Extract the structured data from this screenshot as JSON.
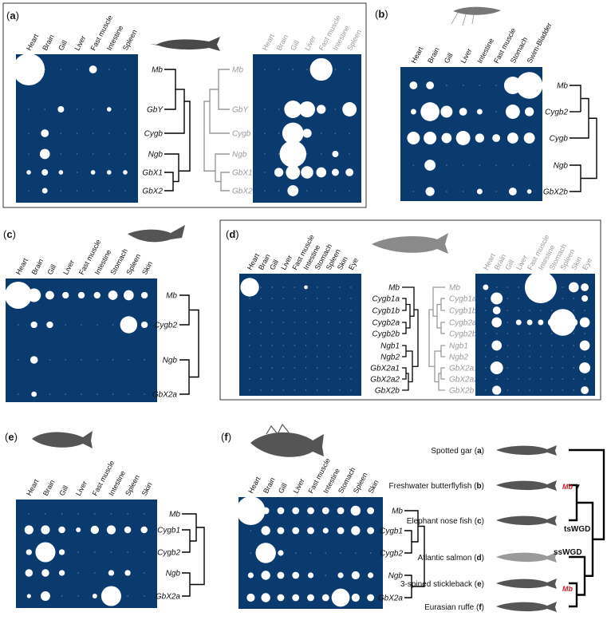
{
  "colors": {
    "matrix_bg": "#0b3a6e",
    "dot": "#ffffff",
    "tree_black": "#000000",
    "tree_gray": "#9a9a9a",
    "highlight_red": "#c0222c"
  },
  "panels": {
    "a": {
      "label_parts": [
        "(",
        "a",
        ")"
      ],
      "tissues": [
        "Heart",
        "Brain",
        "Gill",
        "Liver",
        "Fast muscle",
        "Intestine",
        "Spleen"
      ],
      "genes": [
        "Mb",
        "GbY",
        "Cygb",
        "Ngb",
        "GbX1",
        "GbX2"
      ],
      "left_matrix": [
        [
          1.0,
          0,
          0,
          0,
          0.06,
          0,
          0
        ],
        [
          0,
          0,
          0.04,
          0,
          0,
          0.02,
          0
        ],
        [
          0,
          0.06,
          0,
          0,
          0,
          0,
          0
        ],
        [
          0,
          0.1,
          0,
          0,
          0,
          0,
          0
        ],
        [
          0.02,
          0.04,
          0.02,
          0,
          0.02,
          0.02,
          0.02
        ],
        [
          0,
          0.03,
          0,
          0,
          0,
          0,
          0
        ]
      ],
      "right_matrix": [
        [
          0,
          0,
          0,
          0,
          0.5,
          0,
          0
        ],
        [
          0,
          0,
          0.3,
          0.25,
          0.08,
          0,
          0.2
        ],
        [
          0,
          0,
          0.45,
          0.08,
          0,
          0,
          0
        ],
        [
          0,
          0,
          0.7,
          0,
          0,
          0.04,
          0
        ],
        [
          0,
          0.08,
          0.2,
          0.15,
          0.1,
          0.05,
          0.06
        ],
        [
          0,
          0,
          0.12,
          0,
          0,
          0,
          0
        ]
      ]
    },
    "b": {
      "label_parts": [
        "(",
        "b",
        ")"
      ],
      "tissues": [
        "Heart",
        "Brain",
        "Gill",
        "Liver",
        "Intestine",
        "Fast muscle",
        "Stomach",
        "Swim-Bladder"
      ],
      "genes": [
        "Mb",
        "Cygb2",
        "Cygb",
        "Ngb",
        "GbX2b"
      ],
      "matrix": [
        [
          0.06,
          0.06,
          0,
          0,
          0,
          0,
          0.3,
          0.7
        ],
        [
          0.03,
          0.35,
          0.14,
          0.06,
          0.03,
          0,
          0.2,
          0.08
        ],
        [
          0.16,
          0.16,
          0.1,
          0.2,
          0.08,
          0.06,
          0.12,
          0.12
        ],
        [
          0,
          0.12,
          0,
          0,
          0,
          0,
          0,
          0
        ],
        [
          0,
          0.08,
          0,
          0,
          0.03,
          0,
          0.06,
          0.02
        ]
      ]
    },
    "c": {
      "label_parts": [
        "(",
        "c",
        ")"
      ],
      "tissues": [
        "Heart",
        "Brain",
        "Gill",
        "Liver",
        "Fast muscle",
        "Intestine",
        "Stomach",
        "Spleen",
        "Skin"
      ],
      "genes": [
        "Mb",
        "Cygb2",
        "Ngb",
        "GbX2a"
      ],
      "matrix": [
        [
          1.0,
          0.25,
          0.1,
          0.06,
          0.06,
          0.06,
          0.12,
          0.14,
          0.06
        ],
        [
          0,
          0.06,
          0.06,
          0,
          0,
          0,
          0,
          0.4,
          0.06
        ],
        [
          0,
          0.08,
          0,
          0,
          0,
          0,
          0,
          0,
          0
        ],
        [
          0,
          0.04,
          0,
          0,
          0,
          0,
          0,
          0,
          0
        ]
      ]
    },
    "d": {
      "label_parts": [
        "(",
        "d",
        ")"
      ],
      "tissues": [
        "Heart",
        "Brain",
        "Gill",
        "Liver",
        "Fast muscle",
        "Intestine",
        "Stomach",
        "Spleen",
        "Skin",
        "Eye"
      ],
      "genes": [
        "Mb",
        "Cygb1a",
        "Cygb1b",
        "Cygb2a",
        "Cygb2b",
        "Ngb1",
        "Ngb2",
        "GbX2a1",
        "GbX2a2",
        "GbX2b"
      ],
      "left_matrix": [
        [
          0.95,
          0,
          0,
          0,
          0,
          0.04,
          0,
          0,
          0,
          0
        ],
        [
          0,
          0,
          0,
          0,
          0,
          0,
          0,
          0,
          0,
          0
        ],
        [
          0,
          0,
          0,
          0,
          0,
          0,
          0,
          0,
          0,
          0
        ],
        [
          0,
          0,
          0,
          0,
          0,
          0,
          0,
          0,
          0,
          0
        ],
        [
          0,
          0,
          0,
          0,
          0,
          0,
          0,
          0,
          0,
          0
        ],
        [
          0,
          0,
          0,
          0,
          0,
          0,
          0,
          0,
          0,
          0
        ],
        [
          0,
          0,
          0,
          0,
          0,
          0,
          0,
          0,
          0,
          0
        ],
        [
          0,
          0,
          0,
          0,
          0,
          0,
          0,
          0,
          0,
          0
        ],
        [
          0,
          0,
          0,
          0,
          0,
          0,
          0,
          0,
          0,
          0
        ],
        [
          0,
          0,
          0,
          0,
          0,
          0,
          0,
          0,
          0,
          0
        ]
      ],
      "right_matrix": [
        [
          0.03,
          0,
          0,
          0,
          0,
          1.0,
          0,
          0,
          0.1,
          0.06
        ],
        [
          0,
          0.14,
          0,
          0,
          0,
          0,
          0,
          0,
          0,
          0.04
        ],
        [
          0,
          0.06,
          0,
          0,
          0,
          0,
          0,
          0,
          0,
          0
        ],
        [
          0,
          0.1,
          0,
          0.03,
          0.03,
          0.03,
          0.06,
          0.7,
          0.06,
          0.1
        ],
        [
          0,
          0,
          0,
          0,
          0,
          0,
          0,
          0,
          0,
          0
        ],
        [
          0,
          0.1,
          0,
          0,
          0,
          0,
          0,
          0,
          0,
          0.1
        ],
        [
          0,
          0,
          0,
          0,
          0,
          0,
          0,
          0,
          0,
          0
        ],
        [
          0,
          0.16,
          0,
          0,
          0,
          0,
          0,
          0,
          0,
          0.12
        ],
        [
          0,
          0,
          0,
          0,
          0,
          0,
          0,
          0,
          0,
          0
        ],
        [
          0,
          0.08,
          0,
          0,
          0,
          0,
          0,
          0,
          0,
          0.06
        ]
      ]
    },
    "e": {
      "label_parts": [
        "(",
        "e",
        ")"
      ],
      "tissues": [
        "Heart",
        "Brain",
        "Gill",
        "Liver",
        "Fast muscle",
        "Intestine",
        "Spleen",
        "Skin"
      ],
      "genes": [
        "Mb",
        "Cygb1",
        "Cygb2",
        "Ngb",
        "GbX2a"
      ],
      "matrix": [
        [
          0,
          0,
          0,
          0,
          0,
          0,
          0,
          0
        ],
        [
          0.14,
          0.14,
          0.08,
          0.04,
          0.12,
          0.14,
          0.08,
          0.08
        ],
        [
          0.06,
          0.7,
          0.06,
          0,
          0,
          0,
          0,
          0
        ],
        [
          0.1,
          0.1,
          0.06,
          0,
          0,
          0.06,
          0.06,
          0
        ],
        [
          0.03,
          0.16,
          0,
          0,
          0.04,
          0.7,
          0,
          0
        ]
      ]
    },
    "f": {
      "label_parts": [
        "(",
        "f",
        ")"
      ],
      "tissues": [
        "Heart",
        "Brain",
        "Gill",
        "Liver",
        "Fast muscle",
        "Intestine",
        "Stomach",
        "Spleen",
        "Skin"
      ],
      "genes": [
        "Mb",
        "Cygb1",
        "Cygb2",
        "Ngb",
        "GbX2a"
      ],
      "matrix": [
        [
          1.0,
          0.06,
          0.06,
          0.06,
          0.06,
          0.06,
          0.06,
          0.12,
          0.06
        ],
        [
          0,
          0.1,
          0.06,
          0.06,
          0.06,
          0.04,
          0.06,
          0.1,
          0.06
        ],
        [
          0,
          0.5,
          0.04,
          0,
          0,
          0,
          0,
          0,
          0
        ],
        [
          0.04,
          0.1,
          0.06,
          0.06,
          0.04,
          0,
          0.04,
          0.08,
          0.04
        ],
        [
          0.08,
          0.1,
          0.06,
          0.06,
          0.06,
          0.06,
          0.4,
          0.08,
          0.06
        ]
      ]
    }
  },
  "species_tree": {
    "species": [
      {
        "name": "Spotted gar",
        "key": "a"
      },
      {
        "name": "Freshwater butterflyfish",
        "key": "b"
      },
      {
        "name": "Elephant nose fish",
        "key": "c"
      },
      {
        "name": "Atlantic salmon",
        "key": "d"
      },
      {
        "name": "3-spined stickleback",
        "key": "e"
      },
      {
        "name": "Eurasian ruffe",
        "key": "f"
      }
    ],
    "events": [
      "tsWGD",
      "ssWGD"
    ],
    "mb_marker": "Mb",
    "triangle": "▼"
  }
}
